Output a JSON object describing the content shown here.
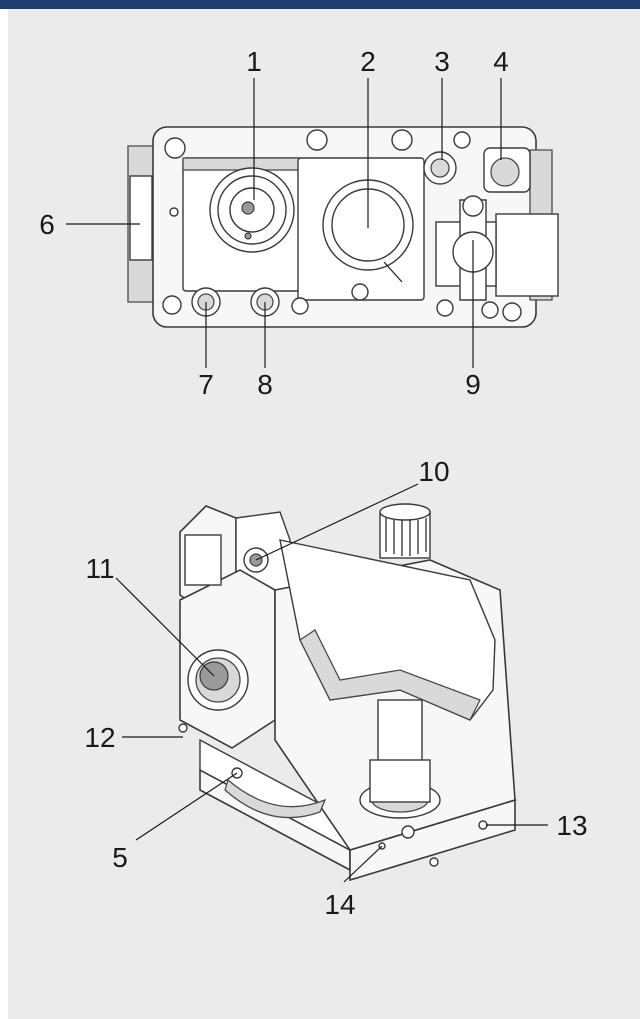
{
  "callouts": {
    "c1": "1",
    "c2": "2",
    "c3": "3",
    "c4": "4",
    "c5": "5",
    "c6": "6",
    "c7": "7",
    "c8": "8",
    "c9": "9",
    "c10": "10",
    "c11": "11",
    "c12": "12",
    "c13": "13",
    "c14": "14"
  },
  "colors": {
    "header_bar": "#1f3f72",
    "panel_background": "#ebebeb",
    "label_text": "#1a1a1a"
  }
}
